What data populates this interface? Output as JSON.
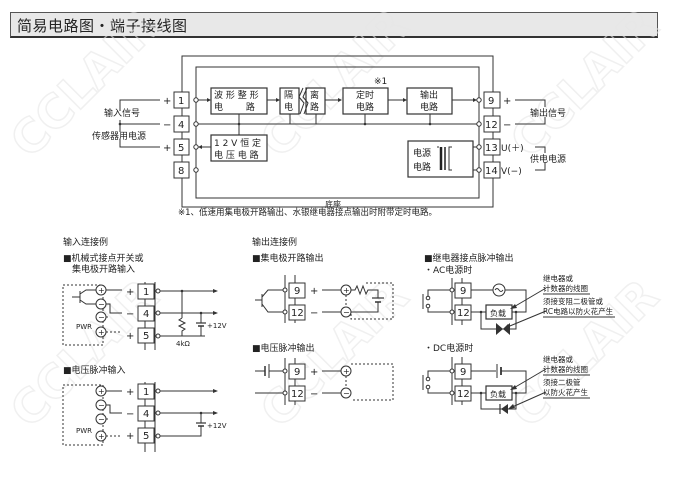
{
  "title": "简易电路图・端子接线图",
  "watermark": "CCLAIR",
  "block_diagram": {
    "blocks": {
      "waveform": [
        "波 形 整 形",
        "电        路"
      ],
      "isolation_left": [
        "隔",
        "电"
      ],
      "isolation_right": [
        "离",
        "路"
      ],
      "timer": [
        "定时",
        "电路"
      ],
      "output": [
        "输出",
        "电路"
      ],
      "regulator": [
        "1 2 V 恒 定",
        "电 压 电 路"
      ],
      "power": [
        "电源",
        "电路"
      ]
    },
    "timer_note_mark": "※1",
    "terminals_left": [
      "1",
      "4",
      "5",
      "8"
    ],
    "terminals_right": [
      "9",
      "12",
      "13",
      "14"
    ],
    "left_signs": [
      "+",
      "−",
      "+"
    ],
    "right_signs": [
      "+",
      "−",
      "U(＋)",
      "V(−)"
    ],
    "left_labels": [
      "输入信号",
      "传感器用电源"
    ],
    "right_labels": [
      "输出信号",
      "供电电源"
    ],
    "base_label": "底座",
    "footnote": "※1、低速用集电极开路输出、水银继电器接点输出时附带定时电路。"
  },
  "input_examples": {
    "heading": "输入连接例",
    "mechanical": {
      "title_line1": "■机械式接点开关或",
      "title_line2": "集电极开路输入",
      "terminals": [
        "1",
        "4",
        "5"
      ],
      "signs": [
        "+",
        "−",
        "+"
      ],
      "pwr_label": "PWR",
      "resistor_label": "4kΩ",
      "voltage_label": "+12V"
    },
    "voltage_pulse": {
      "title": "■电压脉冲输入",
      "terminals": [
        "1",
        "4",
        "5"
      ],
      "signs": [
        "+",
        "−",
        "+"
      ],
      "pwr_label": "PWR",
      "voltage_label": "+12V"
    }
  },
  "output_examples": {
    "heading": "输出连接例",
    "open_collector": {
      "title": "■集电极开路输出",
      "terminals": [
        "9",
        "12"
      ],
      "signs": [
        "+",
        "−"
      ]
    },
    "voltage_pulse": {
      "title": "■电压脉冲输出",
      "terminals": [
        "9",
        "12"
      ],
      "signs": [
        "+",
        "−"
      ]
    },
    "relay": {
      "title": "■继电器接点脉冲输出",
      "ac": {
        "subtitle": "・AC电源时",
        "terminals": [
          "9",
          "12"
        ],
        "load": "负载",
        "note1": [
          "继电器或",
          "计数器的线圈"
        ],
        "note2": [
          "须接变阻二极管或",
          "RC电路以防火花产生"
        ]
      },
      "dc": {
        "subtitle": "・DC电源时",
        "terminals": [
          "9",
          "12"
        ],
        "load": "负载",
        "note1": [
          "继电器或",
          "计数器的线圈"
        ],
        "note2": [
          "须接二极管",
          "以防火花产生"
        ]
      }
    }
  }
}
